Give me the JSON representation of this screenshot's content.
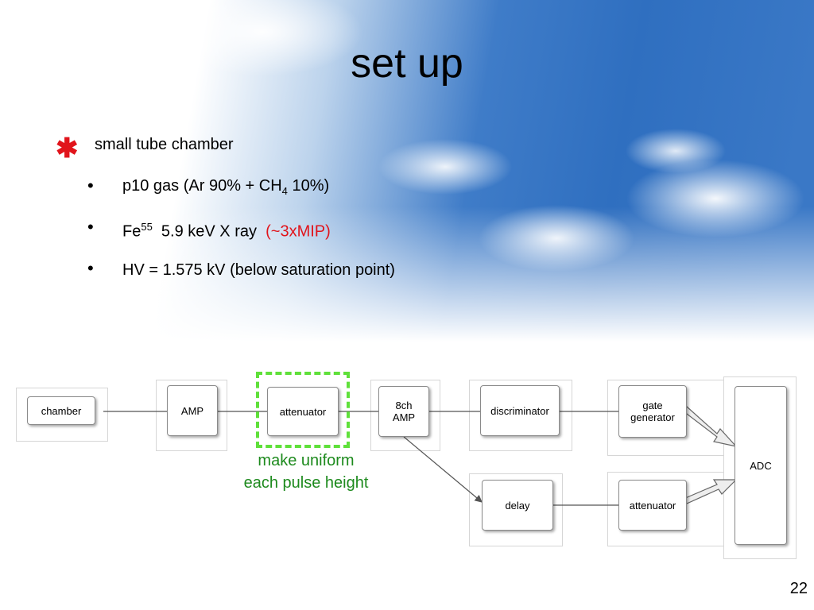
{
  "title": "set up",
  "bullets": {
    "main": "small tube chamber",
    "sub1": {
      "pre": "p10 gas (Ar 90% + CH",
      "sub": "4",
      "post": " 10%)"
    },
    "sub2": {
      "pre": "Fe",
      "sup": "55",
      "mid": "  5.9 keV X ray  ",
      "red": "(~3xMIP)"
    },
    "sub3": "HV = 1.575 kV (below saturation point)"
  },
  "diagram": {
    "boxes": {
      "chamber": "chamber",
      "amp": "AMP",
      "attenuator1": "attenuator",
      "amp8ch": "8ch\nAMP",
      "discriminator": "discriminator",
      "gate": "gate\ngenerator",
      "delay": "delay",
      "attenuator2": "attenuator",
      "adc": "ADC"
    },
    "note": "make uniform\neach pulse height",
    "highlight_color": "#5fe03a",
    "note_color": "#1d8a1d"
  },
  "page_number": "22"
}
